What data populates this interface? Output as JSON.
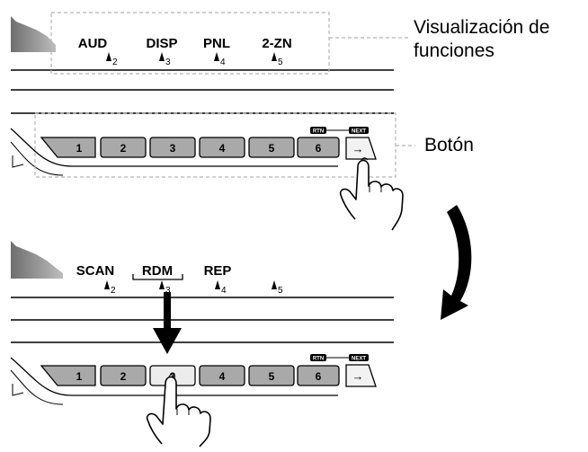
{
  "panel_top": {
    "functions": [
      {
        "label": "AUD",
        "sub": "2"
      },
      {
        "label": "DISP",
        "sub": "3"
      },
      {
        "label": "PNL",
        "sub": "4"
      },
      {
        "label": "2-ZN",
        "sub": "5"
      }
    ],
    "buttons": [
      "1",
      "2",
      "3",
      "4",
      "5",
      "6"
    ],
    "rtn_label": "RTN",
    "next_label": "NEXT",
    "arrow_glyph": "→"
  },
  "panel_bottom": {
    "functions": [
      {
        "label": "SCAN",
        "sub": "2"
      },
      {
        "label": "RDM",
        "sub": "3"
      },
      {
        "label": "REP",
        "sub": "4"
      },
      {
        "label": "",
        "sub": "5"
      }
    ],
    "buttons": [
      "1",
      "2",
      "3",
      "4",
      "5",
      "6"
    ],
    "rtn_label": "RTN",
    "next_label": "NEXT",
    "arrow_glyph": "→"
  },
  "callouts": {
    "function_display_line1": "Visualización de",
    "function_display_line2": "funciones",
    "button": "Botón"
  },
  "colors": {
    "button_fill": "#a9a9a9",
    "pressed_fill": "#ececec",
    "display_wedge": "#8f8f8f",
    "callout_line": "#b5b5b5"
  },
  "icons": [
    "hand-pointer-icon",
    "curved-arrow-icon",
    "down-arrow-icon"
  ]
}
